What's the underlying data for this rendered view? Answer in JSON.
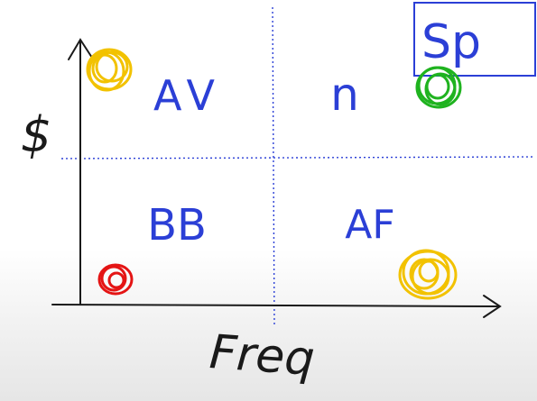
{
  "colors": {
    "ink": "#1a1a1a",
    "blue": "#2b3fd6",
    "yellow": "#f2c200",
    "green": "#1fb31f",
    "red": "#e41414"
  },
  "axes": {
    "y_label": "$",
    "x_label": "Freq"
  },
  "quadrants": {
    "top_left": "AV",
    "top_right": "n",
    "bottom_left": "BB",
    "bottom_right": "AF"
  },
  "highlight_box": {
    "label": "Sp"
  },
  "markers": [
    {
      "name": "yellow-circle-top-left",
      "color": "yellow"
    },
    {
      "name": "green-circle-top-right",
      "color": "green"
    },
    {
      "name": "red-circle-bottom-left",
      "color": "red"
    },
    {
      "name": "yellow-circle-bottom-right",
      "color": "yellow"
    }
  ]
}
